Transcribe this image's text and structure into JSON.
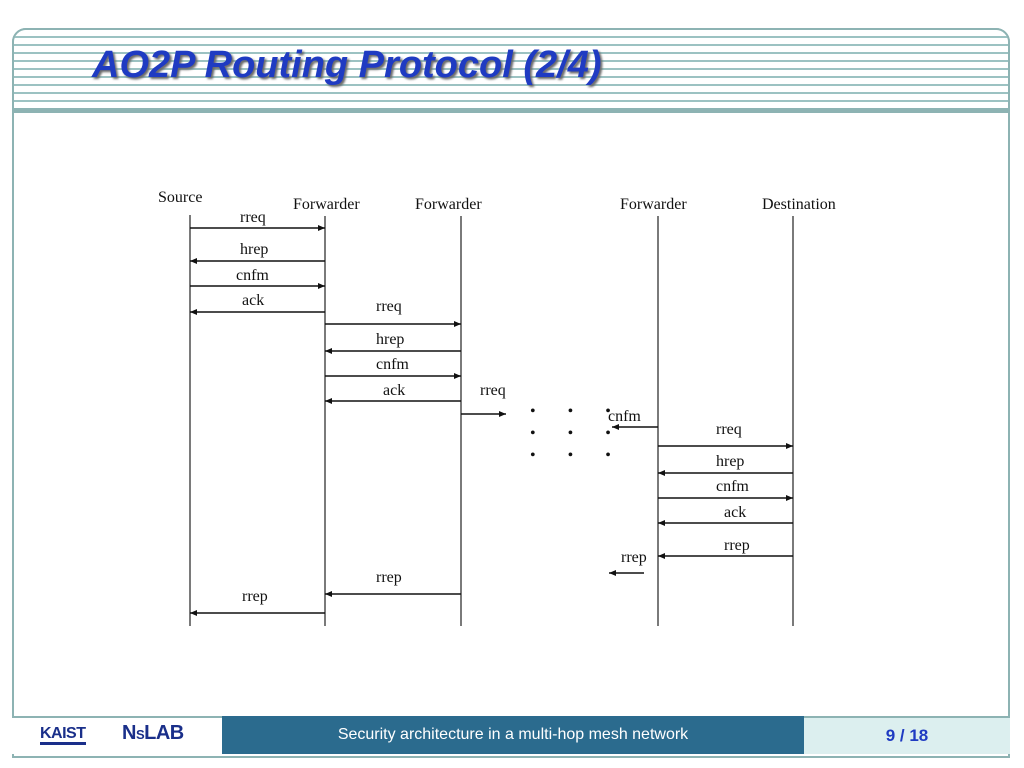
{
  "slide": {
    "title": "AO2P Routing Protocol (2/4)"
  },
  "diagram": {
    "nodes": [
      "Source",
      "Forwarder",
      "Forwarder",
      "Forwarder",
      "Destination"
    ],
    "messages": {
      "rreq": "rreq",
      "hrep": "hrep",
      "cnfm": "cnfm",
      "ack": "ack",
      "rrep": "rrep"
    },
    "ellipsis": "• • •"
  },
  "footer": {
    "logo_kaist": "KAIST",
    "logo_lab_n": "N",
    "logo_lab_s": "S",
    "logo_lab_rest": "LAB",
    "caption": "Security architecture in a multi-hop mesh network",
    "page": "9 / 18"
  }
}
